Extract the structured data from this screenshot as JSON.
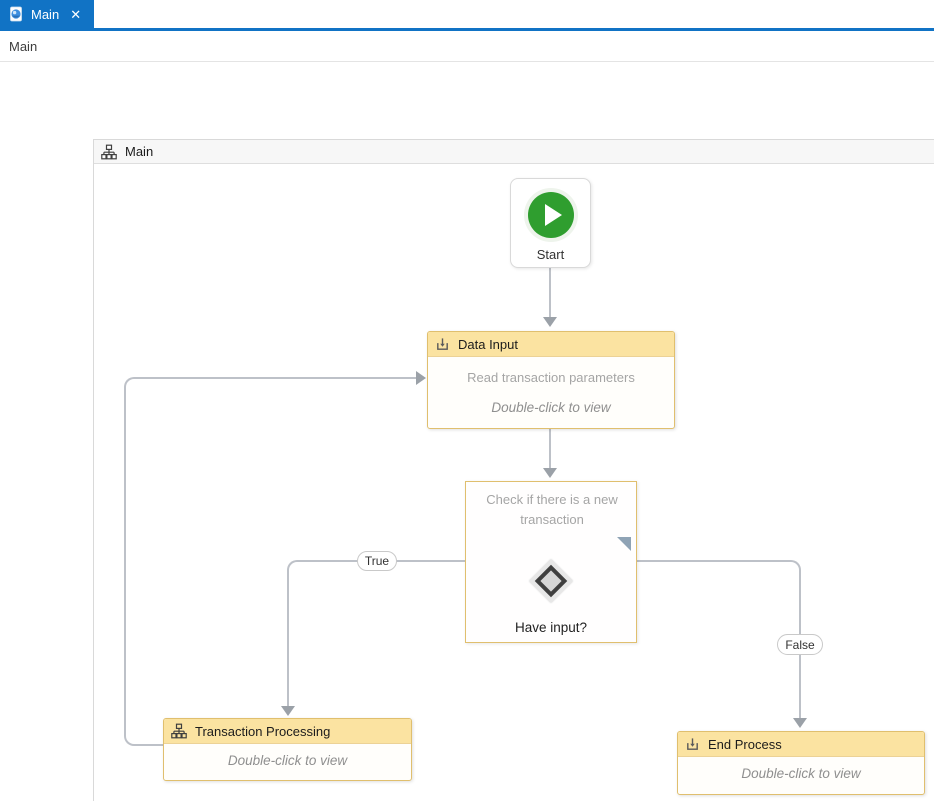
{
  "window": {
    "tab": {
      "label": "Main",
      "close_glyph": "✕"
    },
    "breadcrumb": {
      "label": "Main"
    }
  },
  "flowchart": {
    "title": "Main",
    "nodes": {
      "start": {
        "label": "Start"
      },
      "data_input": {
        "title": "Data Input",
        "annotation": "Read transaction parameters",
        "hint": "Double-click to view"
      },
      "decision": {
        "annotation": "Check if there is a new transaction",
        "question": "Have input?"
      },
      "transaction_processing": {
        "title": "Transaction Processing",
        "hint": "Double-click to view"
      },
      "end_process": {
        "title": "End Process",
        "hint": "Double-click to view"
      }
    },
    "branches": {
      "true_label": "True",
      "false_label": "False"
    }
  },
  "colors": {
    "accent_blue": "#1173c5",
    "node_header_gold": "#fbe3a1",
    "node_border_gold": "#e0bf6e",
    "connector_gray": "#bdc1c8",
    "arrow_gray": "#9ba1a8",
    "start_green": "#2f9e2f"
  },
  "icons": {
    "tab_file": "workflow-file-icon",
    "flowchart": "flowchart-icon",
    "sequence": "sequence-icon",
    "play": "play-icon",
    "close": "close-icon"
  }
}
